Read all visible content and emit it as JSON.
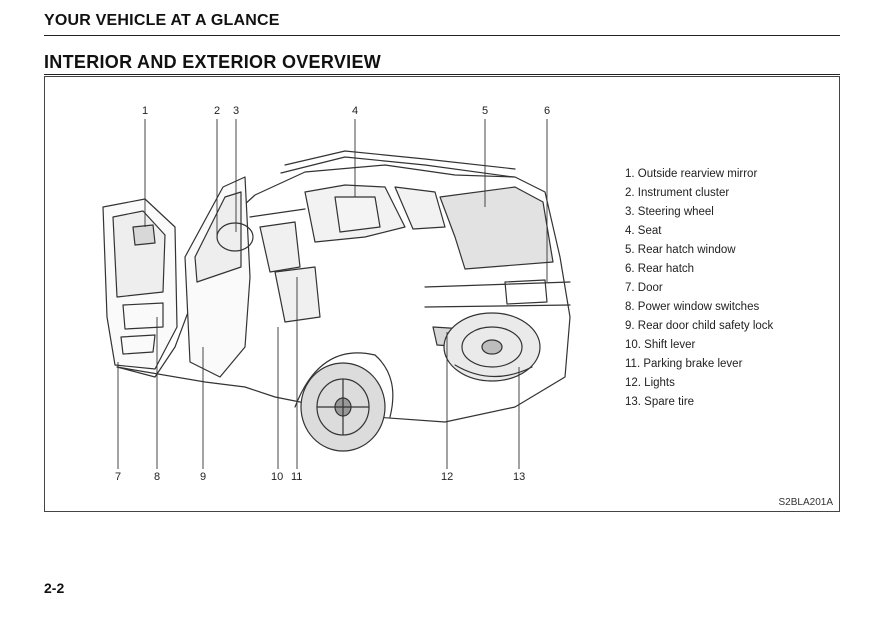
{
  "header": {
    "section": "YOUR VEHICLE AT A GLANCE"
  },
  "page": {
    "title": "INTERIOR AND EXTERIOR OVERVIEW",
    "number": "2-2"
  },
  "figure": {
    "code": "S2BLA201A",
    "callouts_top": [
      "1",
      "2",
      "3",
      "4",
      "5",
      "6"
    ],
    "callouts_bottom": [
      "7",
      "8",
      "9",
      "10",
      "11",
      "12",
      "13"
    ]
  },
  "legend": {
    "items": [
      "1. Outside rearview mirror",
      "2. Instrument cluster",
      "3. Steering wheel",
      "4. Seat",
      "5. Rear hatch window",
      "6. Rear hatch",
      "7. Door",
      "8. Power window switches",
      "9. Rear door child safety lock",
      "10. Shift lever",
      "11. Parking brake lever",
      "12. Lights",
      "13. Spare tire"
    ]
  }
}
